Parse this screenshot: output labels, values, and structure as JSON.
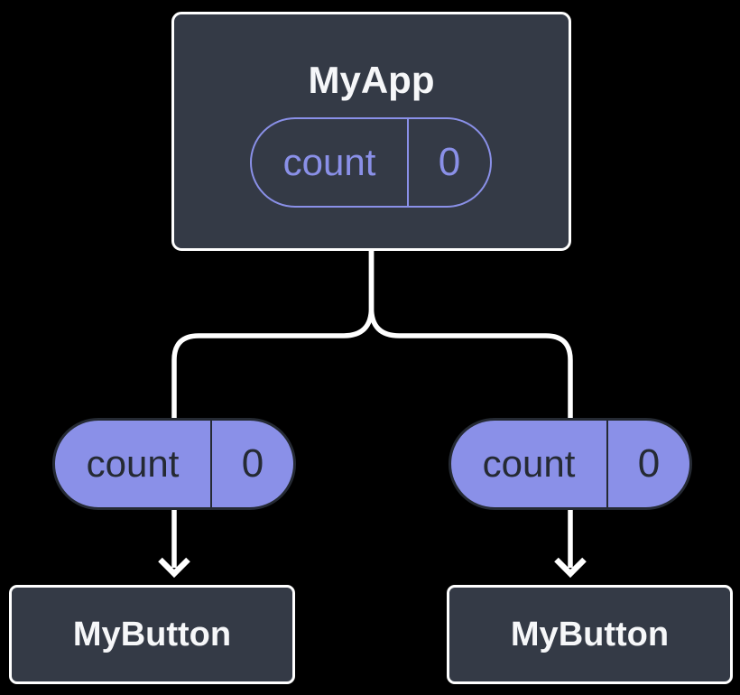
{
  "diagram": {
    "type": "component-tree",
    "background_color": "#000000",
    "node_fill_color": "#343A46",
    "node_border_color": "#FFFFFF",
    "node_text_color": "#F6F7F9",
    "accent_purple": "#8A90E8",
    "pill_dark_color": "#252A33",
    "connector_color": "#FFFFFF"
  },
  "root": {
    "title": "MyApp",
    "state": {
      "name": "count",
      "value": "0"
    }
  },
  "children": [
    {
      "title": "MyButton",
      "prop": {
        "name": "count",
        "value": "0"
      }
    },
    {
      "title": "MyButton",
      "prop": {
        "name": "count",
        "value": "0"
      }
    }
  ]
}
